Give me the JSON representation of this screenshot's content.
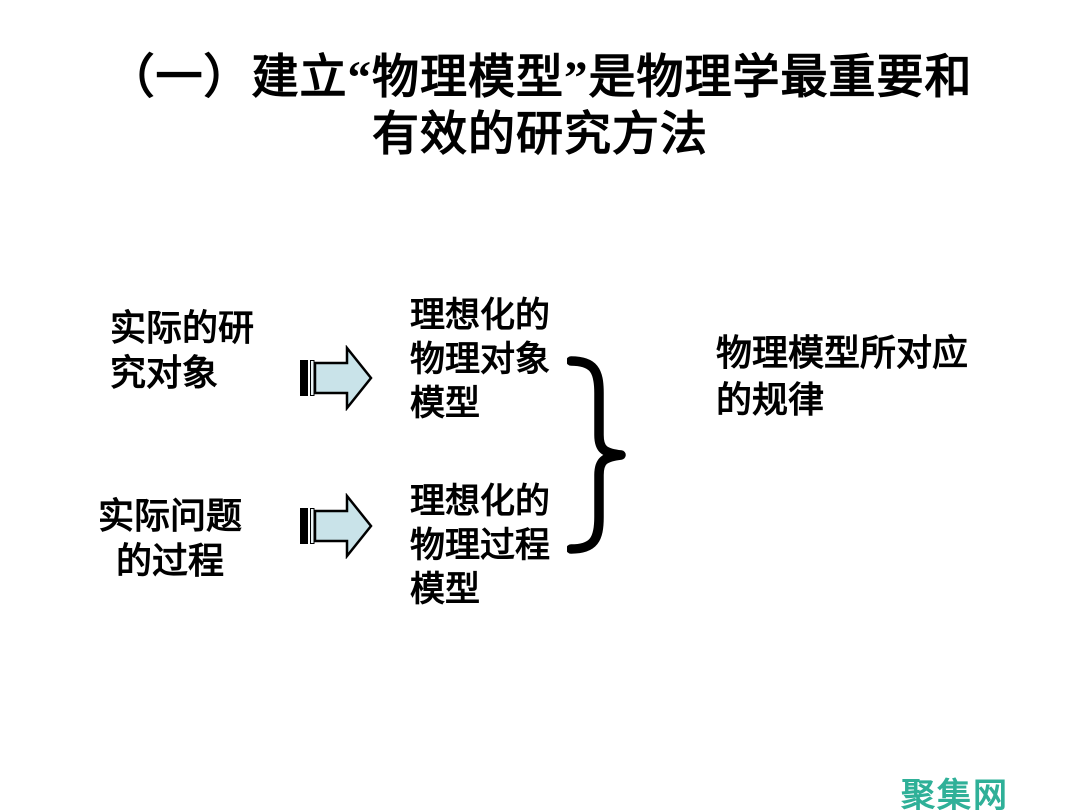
{
  "page": {
    "background_color": "#ffffff",
    "text_color": "#000000"
  },
  "title": {
    "lines": [
      "（一）建立“物理模型”是物理学最重要和",
      "有效的研究方法"
    ]
  },
  "diagram": {
    "row1": {
      "source": {
        "lines": [
          "实际的研",
          "究对象"
        ]
      },
      "target": {
        "lines": [
          "理想化的",
          "物理对象",
          "模型"
        ]
      }
    },
    "row2": {
      "source": {
        "lines": [
          "实际问题",
          "的过程"
        ]
      },
      "target": {
        "lines": [
          "理想化的",
          "物理过程",
          "模型"
        ]
      }
    },
    "result": {
      "lines": [
        "物理模型所对应",
        "的规律"
      ]
    },
    "icons": {
      "arrow": "striped-right-arrow",
      "brace": "right-curly-brace"
    },
    "arrow_fill_color": "#c9e3e9",
    "arrow_outline_color": "#000000",
    "brace_color": "#000000"
  },
  "watermark": {
    "text": "聚集网",
    "color": "#2fb098"
  }
}
